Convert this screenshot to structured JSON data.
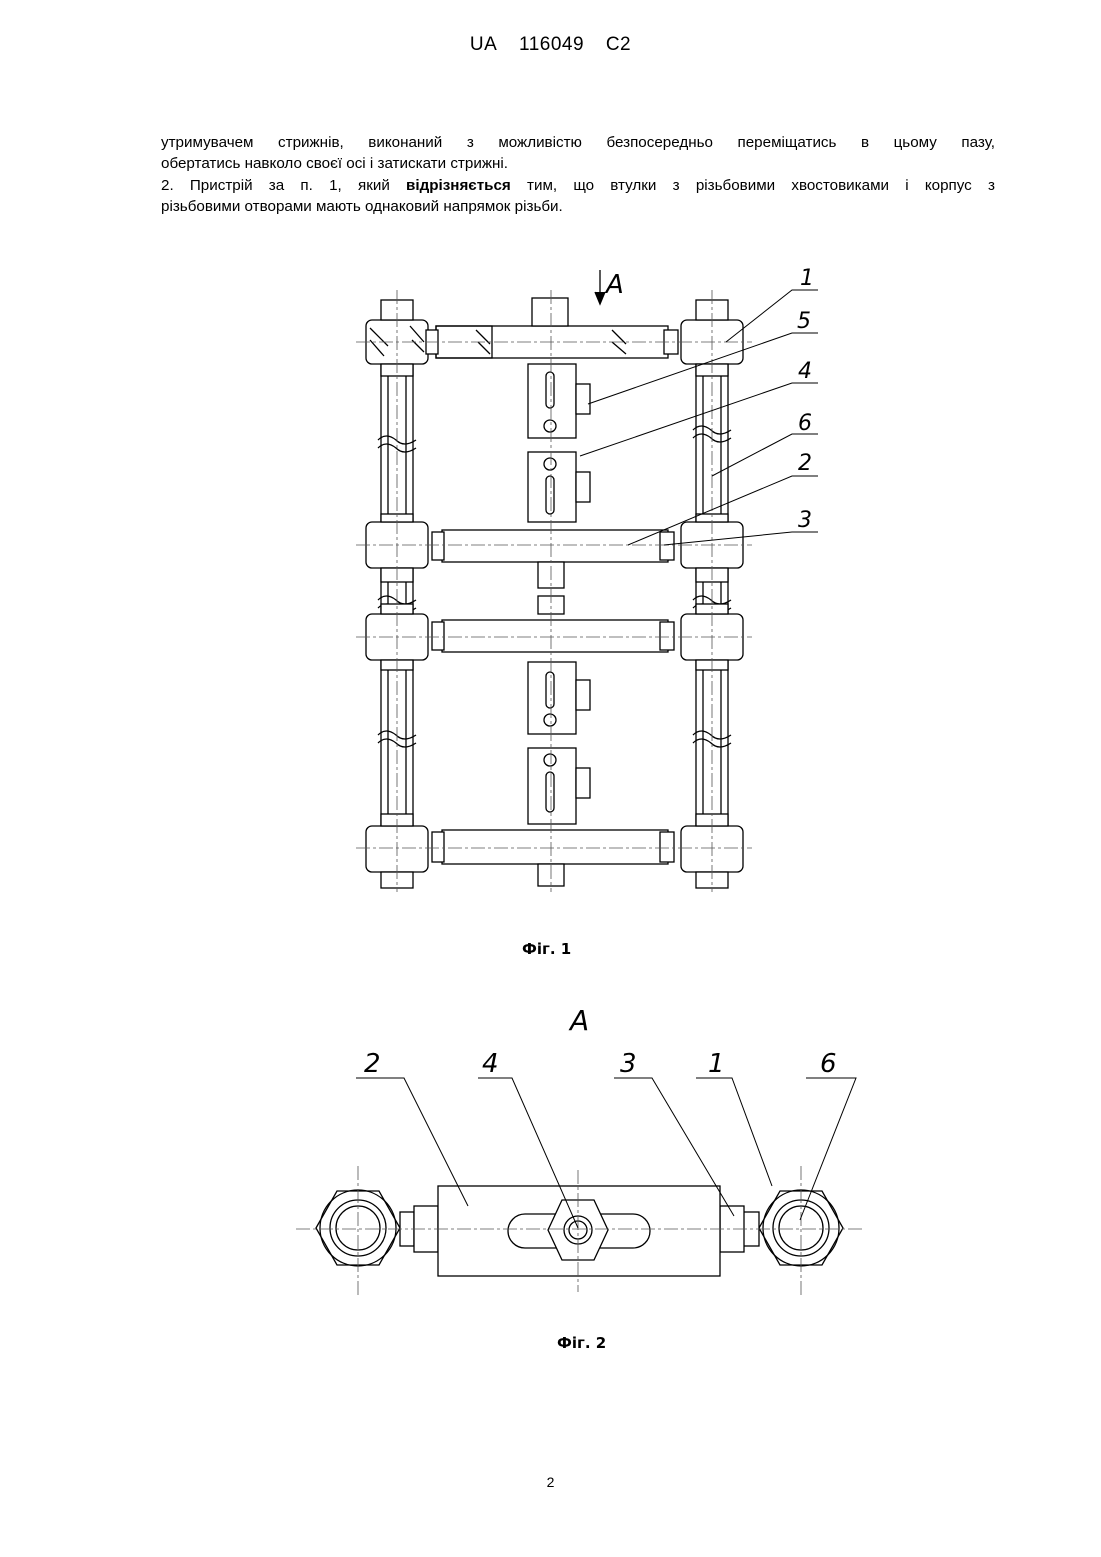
{
  "header": {
    "country": "UA",
    "number": "116049",
    "kind": "C2"
  },
  "claims": {
    "line1": "утримувачем стрижнів, виконаний з можливістю безпосередньо переміщатись в цьому пазу,",
    "line2": "обертатись навколо своєї осі і затискати стрижні.",
    "claim2_start": "2. Пристрій за п. 1, який",
    "claim2_bold": "відрізняється",
    "claim2_rest1": "тим, що втулки з різьбовими хвостовиками і корпус з",
    "claim2_rest2": "різьбовими отворами мають однаковий напрямок різьби."
  },
  "fig1": {
    "view_marker": "A",
    "labels": [
      "1",
      "5",
      "4",
      "6",
      "2",
      "3"
    ],
    "caption": "Фіг. 1"
  },
  "fig2": {
    "view_title": "A",
    "labels": [
      "2",
      "4",
      "3",
      "1",
      "6"
    ],
    "caption": "Фіг. 2"
  },
  "page_number": "2"
}
